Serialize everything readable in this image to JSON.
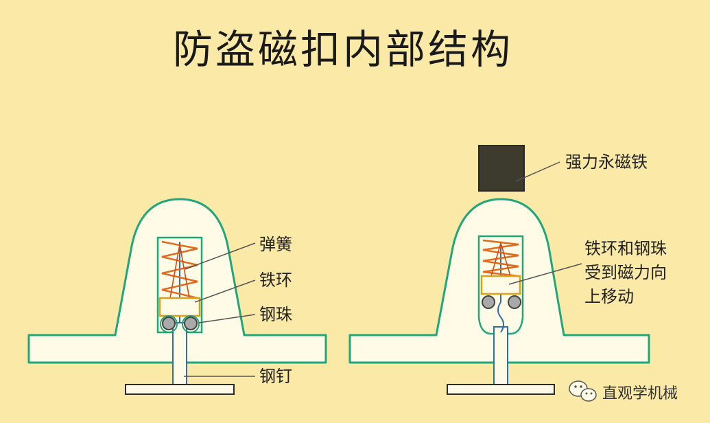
{
  "title": "防盗磁扣内部结构",
  "left_labels": {
    "spring": "弹簧",
    "iron_ring": "铁环",
    "steel_ball": "钢珠",
    "steel_nail": "钢钉"
  },
  "right_labels": {
    "magnet": "强力永磁铁",
    "effect_line1": "铁环和钢珠",
    "effect_line2": "受到磁力向",
    "effect_line3": "上移动"
  },
  "watermark": {
    "icon": "wechat-icon",
    "text": "直观学机械"
  },
  "colors": {
    "background": "#fbe9a8",
    "housing": "#1fa67a",
    "spring": "#e06a20",
    "ring": "#d9a21a",
    "ball": "#a9a9a9",
    "magnet": "#3d3a2e"
  }
}
